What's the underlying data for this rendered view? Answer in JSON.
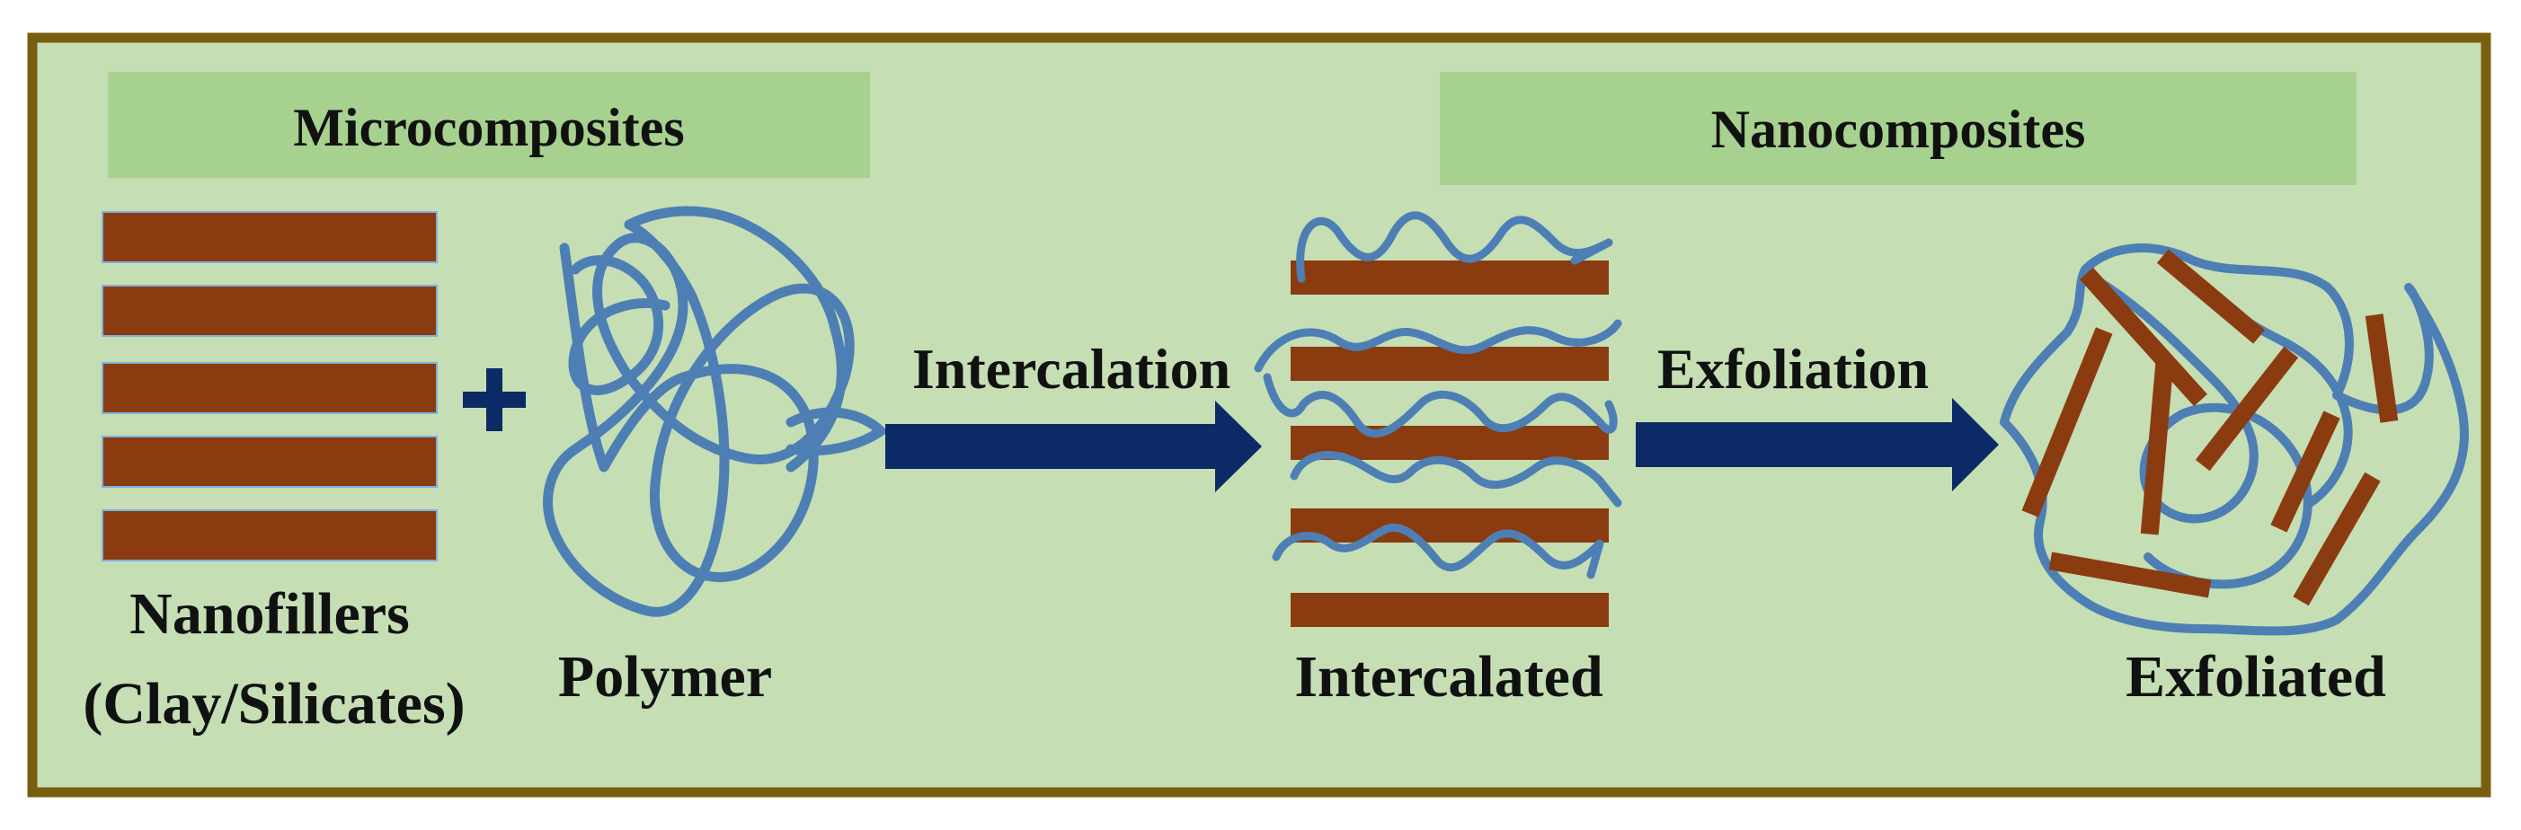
{
  "headers": {
    "micro": "Microcomposites",
    "nano": "Nanocomposites"
  },
  "labels": {
    "nanofillers_line1": "Nanofillers",
    "nanofillers_line2": "(Clay/Silicates)",
    "plus": "+",
    "polymer": "Polymer",
    "intercalated": "Intercalated",
    "exfoliated": "Exfoliated"
  },
  "arrows": {
    "intercalation": "Intercalation",
    "exfoliation": "Exfoliation"
  },
  "colors": {
    "frame_border": "#7a5e0f",
    "background": "#c5deb4",
    "header_box": "#a7d18f",
    "clay_layer": "#8b3b10",
    "polymer_chain": "#4d7fb5",
    "arrow": "#0c2a66",
    "plus_sign": "#0c2a66"
  }
}
